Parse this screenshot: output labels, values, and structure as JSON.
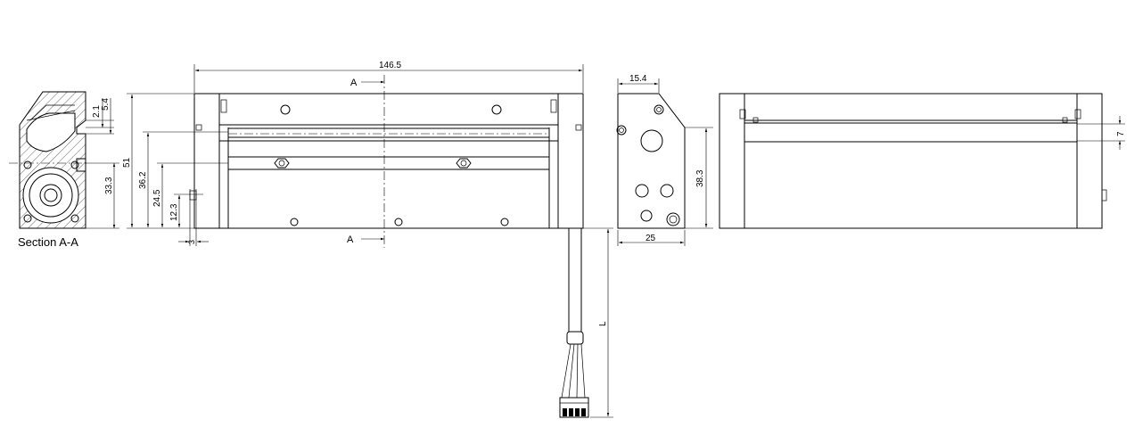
{
  "drawing": {
    "section_label": "Section A-A",
    "section_marker": "A",
    "dimensions": {
      "overall_length": "146.5",
      "height_total": "51",
      "height_36_2": "36.2",
      "height_24_5": "24.5",
      "height_12_3": "12.3",
      "small_3": "3",
      "section_2_1": "2.1",
      "section_5_4": "5.4",
      "section_33_3": "33.3",
      "side_top_15_4": "15.4",
      "side_height_38_3": "38.3",
      "side_width_25": "25",
      "cable_length": "L",
      "right_7": "7"
    }
  }
}
